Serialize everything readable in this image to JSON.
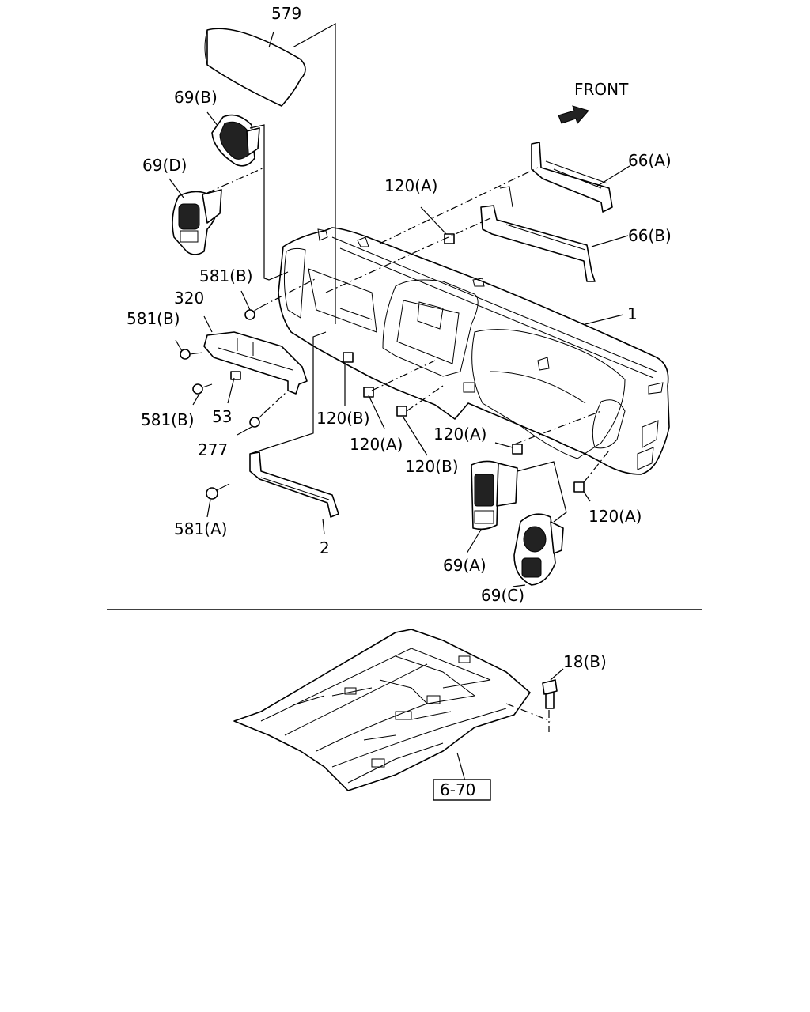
{
  "front_label": "FRONT",
  "callouts": {
    "c579": "579",
    "c69b": "69(B)",
    "c69d": "69(D)",
    "c581b_top": "581(B)",
    "c320": "320",
    "c581b_mid": "581(B)",
    "c581b_low": "581(B)",
    "c53": "53",
    "c277": "277",
    "c581a": "581(A)",
    "c2": "2",
    "c120a_top": "120(A)",
    "c66a": "66(A)",
    "c66b": "66(B)",
    "c1": "1",
    "c120b_left": "120(B)",
    "c120a_mid": "120(A)",
    "c120b_mid": "120(B)",
    "c120a_right": "120(A)",
    "c120a_far": "120(A)",
    "c69a": "69(A)",
    "c69c": "69(C)",
    "c18b": "18(B)"
  },
  "reference_box": "6-70"
}
